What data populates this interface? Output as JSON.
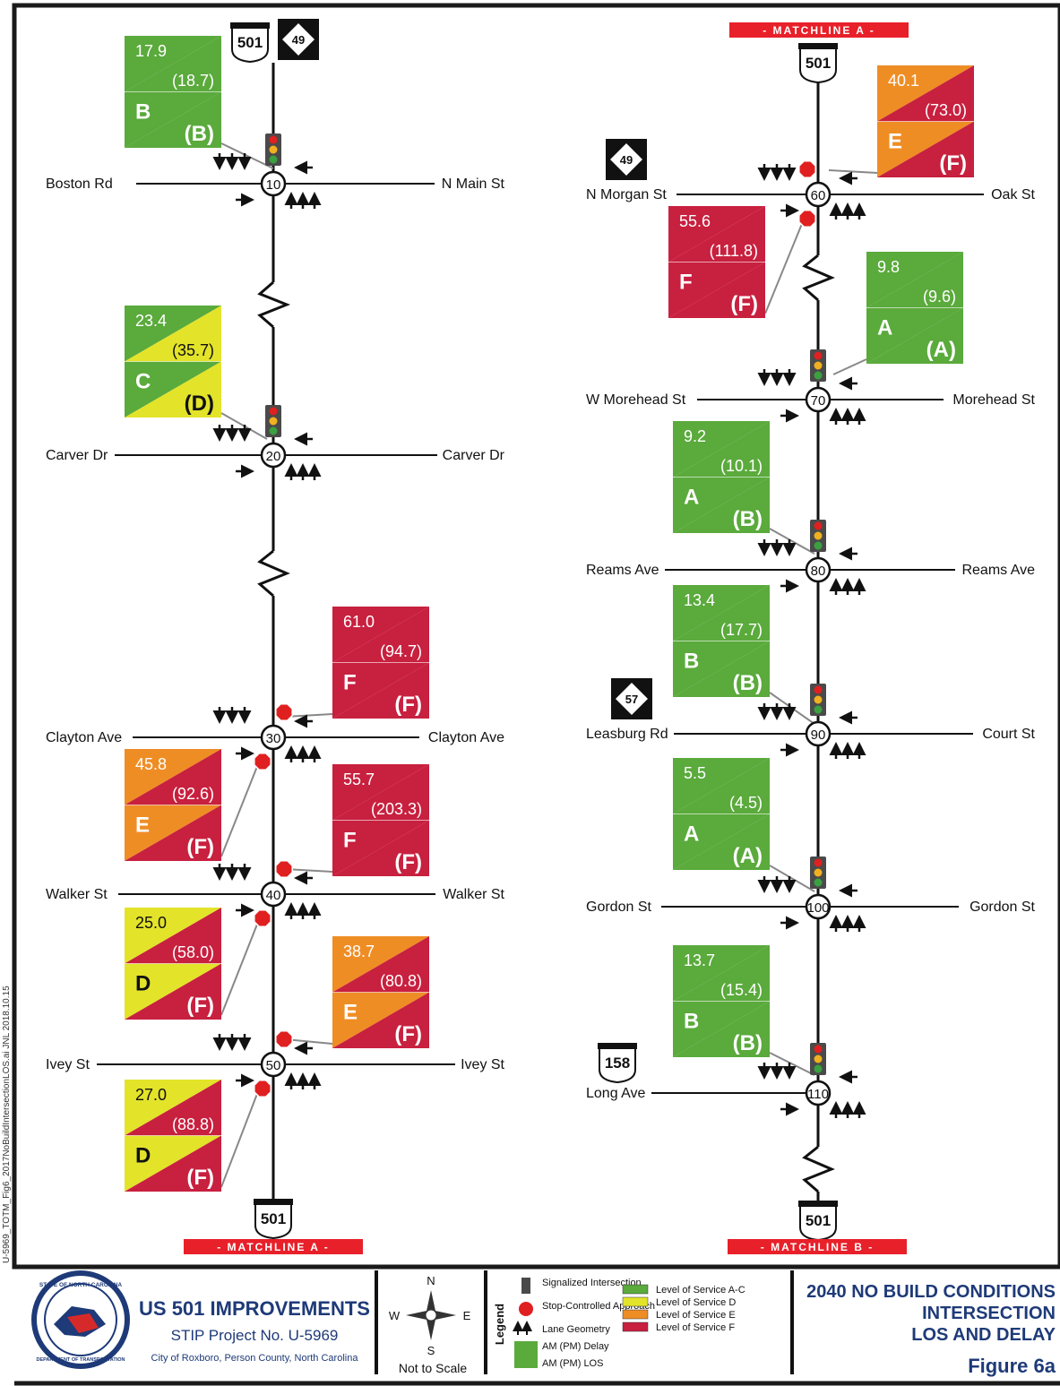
{
  "colors": {
    "los_ac": "#5aaa3c",
    "los_d": "#e3e32a",
    "los_e": "#ef8d25",
    "los_f": "#c8203f",
    "matchline": "#e8202a",
    "frame": "#1a1a1a"
  },
  "left_column": {
    "matchline_label": "- MATCHLINE A -",
    "top_shields": [
      "501",
      "49"
    ],
    "bottom_shield": "501",
    "intersections": [
      {
        "id": "10",
        "west": "Boston Rd",
        "east": "N Main St",
        "control": "signal"
      },
      {
        "id": "20",
        "west": "Carver Dr",
        "east": "Carver Dr",
        "control": "signal"
      },
      {
        "id": "30",
        "west": "Clayton Ave",
        "east": "Clayton Ave",
        "control": "stop"
      },
      {
        "id": "40",
        "west": "Walker St",
        "east": "Walker St",
        "control": "stop"
      },
      {
        "id": "50",
        "west": "Ivey St",
        "east": "Ivey St",
        "control": "stop"
      }
    ]
  },
  "right_column": {
    "matchline_top": "- MATCHLINE A -",
    "matchline_bottom": "- MATCHLINE B -",
    "top_shield": "501",
    "bottom_shield": "501",
    "intersections": [
      {
        "id": "60",
        "west": "N Morgan St",
        "east": "Oak St",
        "control": "stop"
      },
      {
        "id": "70",
        "west": "W Morehead St",
        "east": "Morehead St",
        "control": "signal"
      },
      {
        "id": "80",
        "west": "Reams Ave",
        "east": "Reams Ave",
        "control": "signal"
      },
      {
        "id": "90",
        "west": "Leasburg Rd",
        "east": "Court St",
        "control": "signal"
      },
      {
        "id": "100",
        "west": "Gordon St",
        "east": "Gordon St",
        "control": "signal"
      },
      {
        "id": "110",
        "west": "Long Ave",
        "east": "",
        "control": "signal"
      }
    ],
    "shields": [
      {
        "type": "nc",
        "label": "49"
      },
      {
        "type": "nc",
        "label": "57"
      },
      {
        "type": "us",
        "label": "158"
      }
    ]
  },
  "los_boxes": [
    {
      "am": "17.9",
      "pm": "(18.7)",
      "am_los": "B",
      "pm_los": "(B)",
      "am_class": "AC",
      "pm_class": "AC"
    },
    {
      "am": "23.4",
      "pm": "(35.7)",
      "am_los": "C",
      "pm_los": "(D)",
      "am_class": "AC",
      "pm_class": "D"
    },
    {
      "am": "61.0",
      "pm": "(94.7)",
      "am_los": "F",
      "pm_los": "(F)",
      "am_class": "F",
      "pm_class": "F"
    },
    {
      "am": "45.8",
      "pm": "(92.6)",
      "am_los": "E",
      "pm_los": "(F)",
      "am_class": "E",
      "pm_class": "F"
    },
    {
      "am": "55.7",
      "pm": "(203.3)",
      "am_los": "F",
      "pm_los": "(F)",
      "am_class": "F",
      "pm_class": "F"
    },
    {
      "am": "25.0",
      "pm": "(58.0)",
      "am_los": "D",
      "pm_los": "(F)",
      "am_class": "D",
      "pm_class": "F"
    },
    {
      "am": "38.7",
      "pm": "(80.8)",
      "am_los": "E",
      "pm_los": "(F)",
      "am_class": "E",
      "pm_class": "F"
    },
    {
      "am": "27.0",
      "pm": "(88.8)",
      "am_los": "D",
      "pm_los": "(F)",
      "am_class": "D",
      "pm_class": "F"
    },
    {
      "am": "40.1",
      "pm": "(73.0)",
      "am_los": "E",
      "pm_los": "(F)",
      "am_class": "E",
      "pm_class": "F"
    },
    {
      "am": "55.6",
      "pm": "(111.8)",
      "am_los": "F",
      "pm_los": "(F)",
      "am_class": "F",
      "pm_class": "F"
    },
    {
      "am": "9.8",
      "pm": "(9.6)",
      "am_los": "A",
      "pm_los": "(A)",
      "am_class": "AC",
      "pm_class": "AC"
    },
    {
      "am": "9.2",
      "pm": "(10.1)",
      "am_los": "A",
      "pm_los": "(B)",
      "am_class": "AC",
      "pm_class": "AC"
    },
    {
      "am": "13.4",
      "pm": "(17.7)",
      "am_los": "B",
      "pm_los": "(B)",
      "am_class": "AC",
      "pm_class": "AC"
    },
    {
      "am": "5.5",
      "pm": "(4.5)",
      "am_los": "A",
      "pm_los": "(A)",
      "am_class": "AC",
      "pm_class": "AC"
    },
    {
      "am": "13.7",
      "pm": "(15.4)",
      "am_los": "B",
      "pm_los": "(B)",
      "am_class": "AC",
      "pm_class": "AC"
    }
  ],
  "footer": {
    "project_title": "US 501 IMPROVEMENTS",
    "stip": "STIP Project No. U-5969",
    "location": "City of Roxboro, Person County, North Carolina",
    "seal_top": "STATE OF NORTH CAROLINA",
    "seal_bottom": "DEPARTMENT OF TRANSPORTATION",
    "compass": {
      "n": "N",
      "s": "S",
      "e": "E",
      "w": "W",
      "scale": "Not to Scale"
    },
    "legend_title": "Legend",
    "legend_items": [
      "Signalized Intersection",
      "Stop-Controlled Approach",
      "Lane Geometry",
      "AM (PM) Delay",
      "AM (PM) LOS"
    ],
    "legend_los": [
      "Level of Service A-C",
      "Level of Service D",
      "Level of Service E",
      "Level of Service F"
    ],
    "title_1": "2040 NO BUILD CONDITIONS",
    "title_2": "INTERSECTION",
    "title_3": "LOS AND DELAY",
    "figure": "Figure 6a"
  },
  "side_note": "U-5969_TOTM_Fig6_2017NoBuildIntersectionLOS.ai JNL 2018.10.15"
}
